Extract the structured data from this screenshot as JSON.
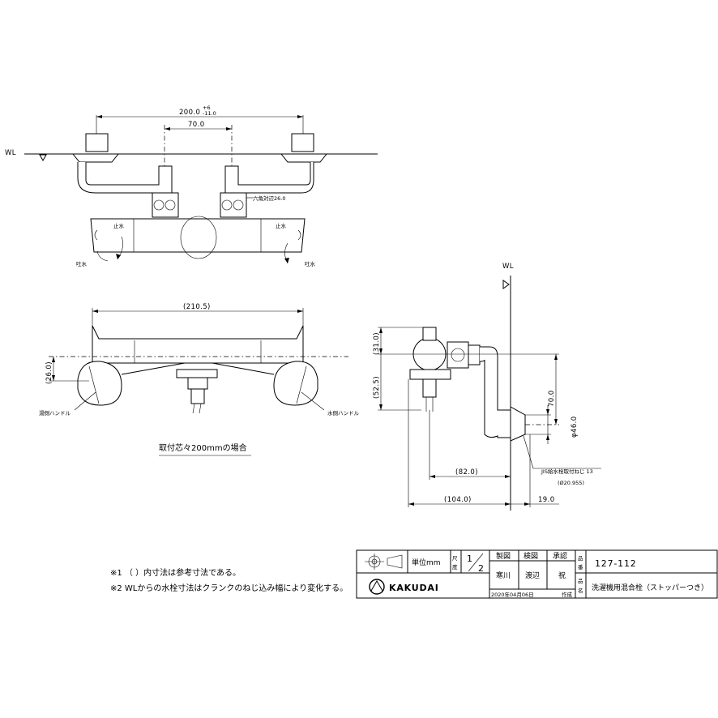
{
  "top_view": {
    "wl_label": "WL",
    "dim_overall": "200.0",
    "dim_overall_tol_plus": "+6",
    "dim_overall_tol_minus": "-11.0",
    "dim_center": "70.0",
    "hex_label": "六角対辺26.0",
    "stop_left": "止水",
    "stop_right": "止水",
    "flow_left": "吐水",
    "flow_right": "吐水"
  },
  "front_view": {
    "dim_width": "(210.5)",
    "dim_height": "(26.0)",
    "hot_handle": "湯側ハンドル",
    "cold_handle": "水側ハンドル",
    "caption": "取付芯々200mmの場合"
  },
  "side_view": {
    "wl_label": "WL",
    "dim_31": "(31.0)",
    "dim_52": "(52.5)",
    "dim_70": "70.0",
    "dim_46": "φ46.0",
    "dim_82": "(82.0)",
    "dim_104": "(104.0)",
    "dim_19": "19.0",
    "jis_label": "JIS給水栓取付ねじ 13",
    "jis_dia": "(Ø20.955)"
  },
  "notes": {
    "note1": "※1 （ ）内寸法は参考寸法である。",
    "note2": "※2 WLからの水栓寸法はクランクのねじ込み幅により変化する。"
  },
  "title_block": {
    "unit_label": "単位mm",
    "scale_label_1": "尺",
    "scale_label_2": "度",
    "scale_num": "1",
    "scale_den": "2",
    "h_make": "製図",
    "h_check": "検図",
    "h_approve": "承認",
    "v_number_1": "品",
    "v_number_2": "番",
    "v_name_1": "品",
    "v_name_2": "名",
    "product_number": "127-112",
    "product_name": "洗濯機用混合栓（ストッパーつき）",
    "person_make": "寒川",
    "person_check": "渡辺",
    "person_approve": "祝",
    "date": "2020年04月06日",
    "date_suffix": "作成",
    "brand": "KAKUDAI"
  }
}
